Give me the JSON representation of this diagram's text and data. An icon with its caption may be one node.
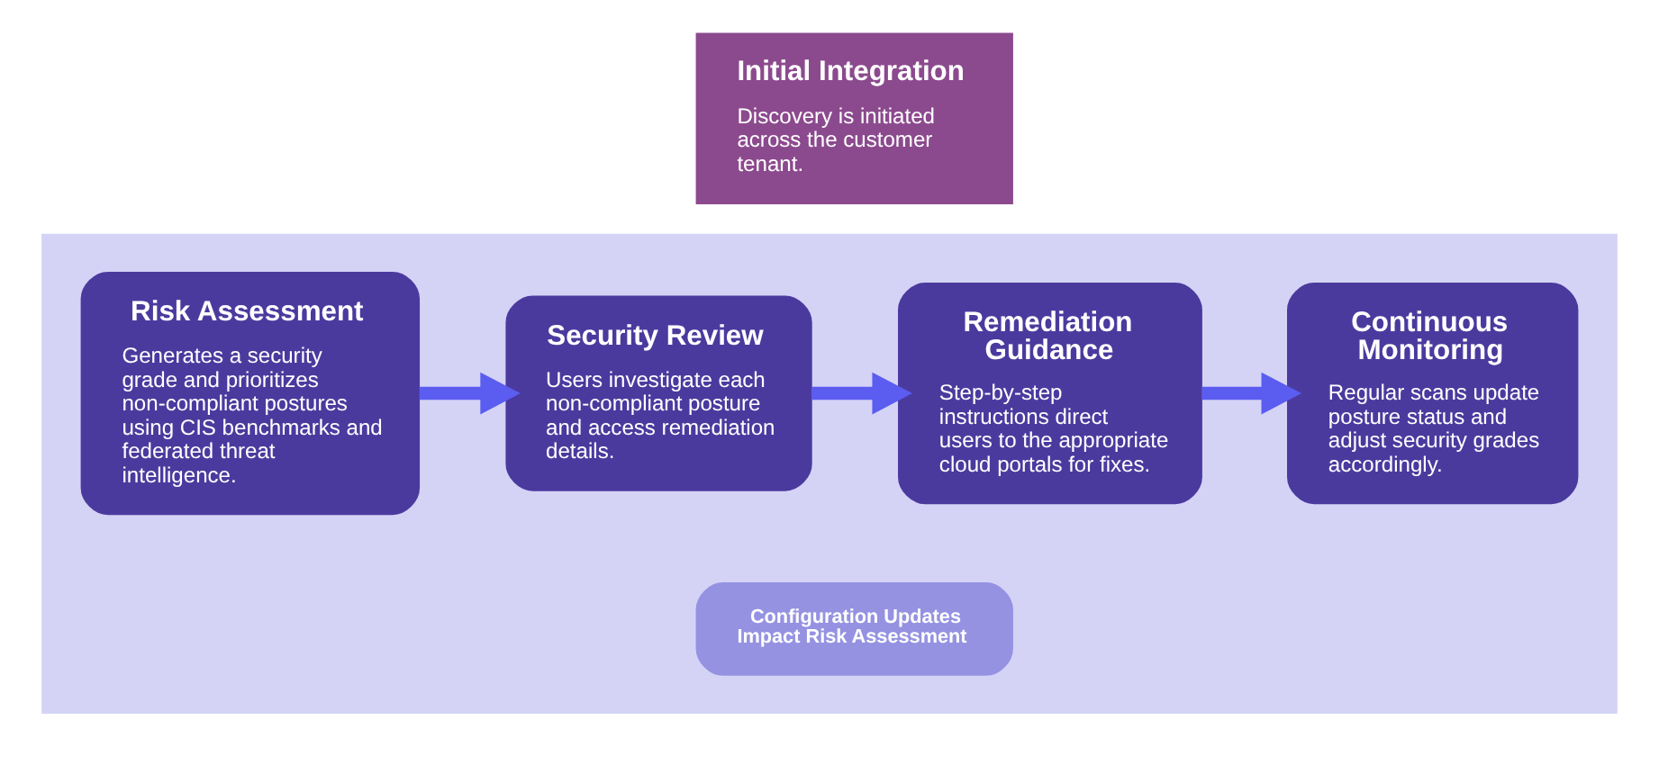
{
  "diagram": {
    "nodes": [
      {
        "text": [
          "Initial Integration",
          "Discovery is initiated across the customer tenant."
        ]
      },
      {
        "text": [],
        "shape": "band"
      },
      {
        "text": [
          "Risk Assessment",
          "Generates a security grade and prioritizes non-compliant postures using CIS benchmarks and federated threat intelligence."
        ],
        "in": 1
      },
      {
        "text": [
          "Security Review",
          "Users investigate each non-compliant posture and access remediation details."
        ],
        "in": 1
      },
      {
        "text": [
          "Remediation Guidance",
          "Step-by-step instructions direct users to the appropriate cloud portals for fixes."
        ],
        "in": 1
      },
      {
        "text": [
          "Continuous Monitoring",
          "Regular scans update posture status and adjust security grades accordingly."
        ],
        "in": 1
      },
      {
        "text": [
          "Configuration Updates Impact Risk Assessment"
        ],
        "in": 1
      }
    ],
    "edges": [
      {
        "from": 2,
        "to": 3,
        "arrow": "to"
      },
      {
        "from": 3,
        "to": 4,
        "arrow": "to"
      },
      {
        "from": 4,
        "to": 5,
        "arrow": "to"
      }
    ]
  }
}
